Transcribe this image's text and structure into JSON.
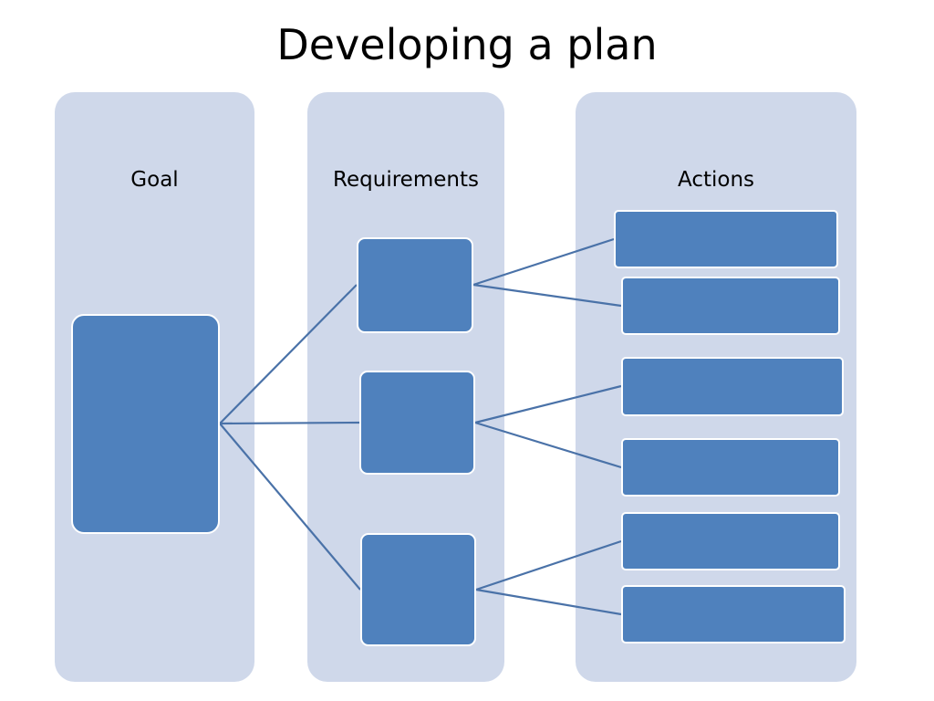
{
  "slide": {
    "title": "Developing a plan"
  },
  "columns": {
    "goal": {
      "label": "Goal"
    },
    "requirements": {
      "label": "Requirements"
    },
    "actions": {
      "label": "Actions"
    }
  },
  "colors": {
    "lane_fill": "#cfd8ea",
    "node_fill": "#4f81bd",
    "node_border": "#ffffff",
    "connector": "#4a72a8"
  }
}
